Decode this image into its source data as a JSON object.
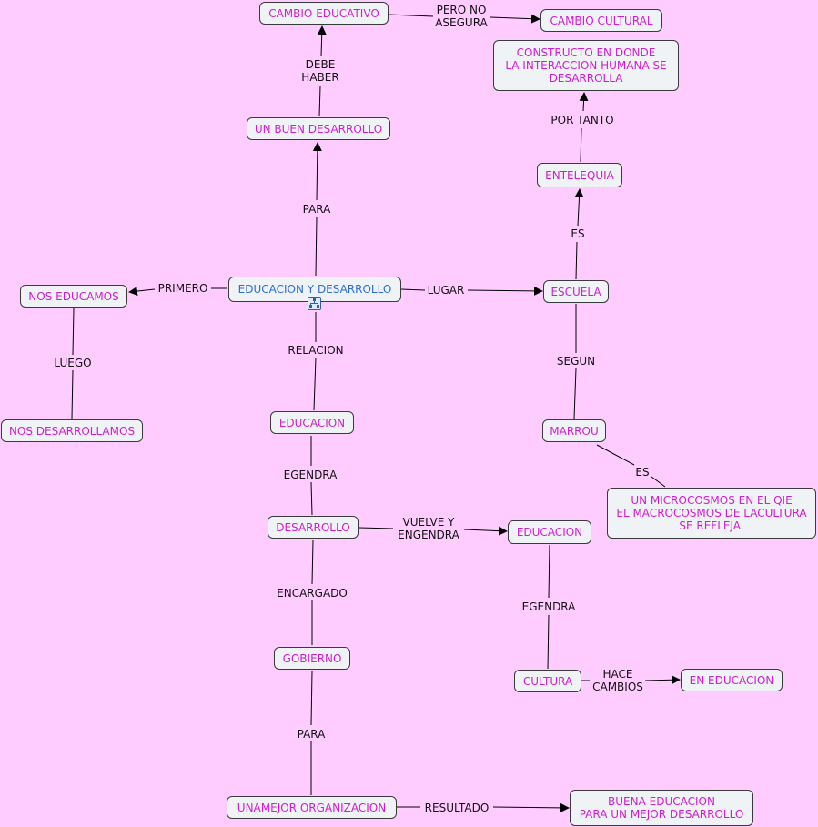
{
  "map": {
    "nodes": {
      "cambio_educativo": "CAMBIO EDUCATIVO",
      "cambio_cultural": "CAMBIO CULTURAL",
      "constructo": "CONSTRUCTO EN DONDE\nLA INTERACCION HUMANA SE\nDESARROLLA",
      "buen_desarrollo": "UN BUEN DESARROLLO",
      "entelequia": "ENTELEQUIA",
      "nos_educamos": "NOS EDUCAMOS",
      "educacion_y_desarrollo": "EDUCACION Y DESARROLLO",
      "escuela": "ESCUELA",
      "nos_desarrollamos": "NOS DESARROLLAMOS",
      "educacion_1": "EDUCACION",
      "marrou": "MARROU",
      "microcosmos": "UN MICROCOSMOS EN EL QIE\nEL MACROCOSMOS DE LACULTURA\nSE REFLEJA.",
      "desarrollo": "DESARROLLO",
      "educacion_2": "EDUCACION",
      "gobierno": "GOBIERNO",
      "cultura": "CULTURA",
      "en_educacion": "EN EDUCACION",
      "mejor_organizacion": "UNAMEJOR ORGANIZACION",
      "buena_educacion": "BUENA EDUCACION\nPARA UN MEJOR DESARROLLO"
    },
    "links": {
      "pero_no_asegura": "PERO NO\nASEGURA",
      "debe_haber": "DEBE\nHABER",
      "por_tanto": "POR TANTO",
      "para_1": "PARA",
      "es_1": "ES",
      "primero": "PRIMERO",
      "lugar": "LUGAR",
      "relacion": "RELACION",
      "luego": "LUEGO",
      "segun": "SEGUN",
      "es_2": "ES",
      "egendra_1": "EGENDRA",
      "vuelve_y_engendra": "VUELVE Y\nENGENDRA",
      "encargado": "ENCARGADO",
      "egendra_2": "EGENDRA",
      "hace_cambios": "HACE\nCAMBIOS",
      "para_2": "PARA",
      "resultado": "RESULTADO"
    }
  },
  "colors": {
    "background": "#ffccff",
    "node_fill": "#f0f3f5",
    "node_text": "#d41bd4",
    "root_text": "#2a6fd6",
    "line": "#000000"
  },
  "icons": {
    "root_attachment": "concept-map-resource-icon"
  }
}
